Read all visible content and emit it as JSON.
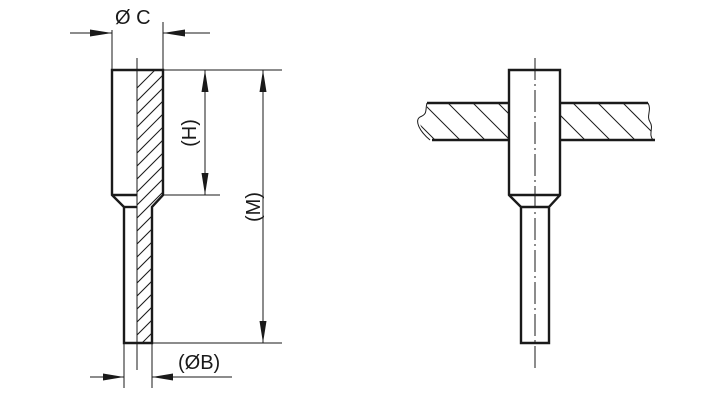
{
  "figure": {
    "left_view": {
      "title": "pin-section-dimensions",
      "labels": {
        "diameter_c": "Ø C",
        "height_h": "(H)",
        "length_m": "(M)",
        "diameter_b": "(ØB)"
      }
    },
    "right_view": {
      "title": "pin-installed-in-plate"
    },
    "colors": {
      "line": "#1a1a1a",
      "background": "#ffffff"
    }
  }
}
